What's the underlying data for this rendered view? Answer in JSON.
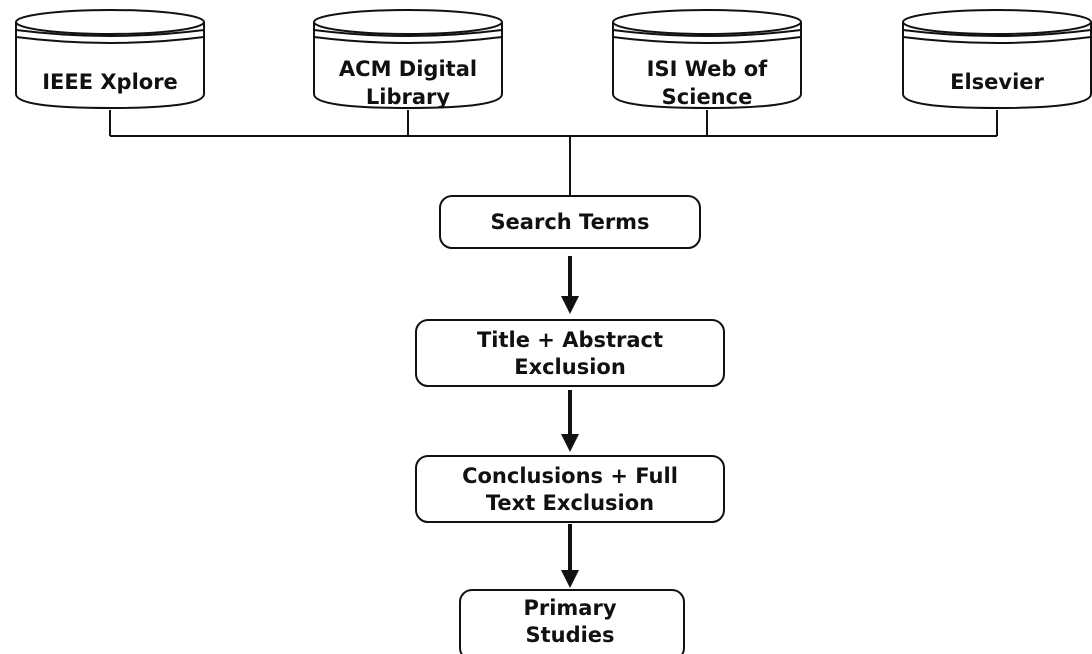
{
  "databases": [
    {
      "lines": [
        "IEEE Xplore"
      ]
    },
    {
      "lines": [
        "ACM Digital",
        "Library"
      ]
    },
    {
      "lines": [
        "ISI Web of",
        "Science"
      ]
    },
    {
      "lines": [
        "Elsevier"
      ]
    }
  ],
  "steps": [
    {
      "lines": [
        "Search Terms"
      ]
    },
    {
      "lines": [
        "Title + Abstract",
        "Exclusion"
      ]
    },
    {
      "lines": [
        "Conclusions + Full",
        "Text Exclusion"
      ]
    },
    {
      "lines": [
        "Primary",
        "Studies"
      ]
    }
  ],
  "colors": {
    "stroke": "#111111",
    "background": "#ffffff"
  }
}
